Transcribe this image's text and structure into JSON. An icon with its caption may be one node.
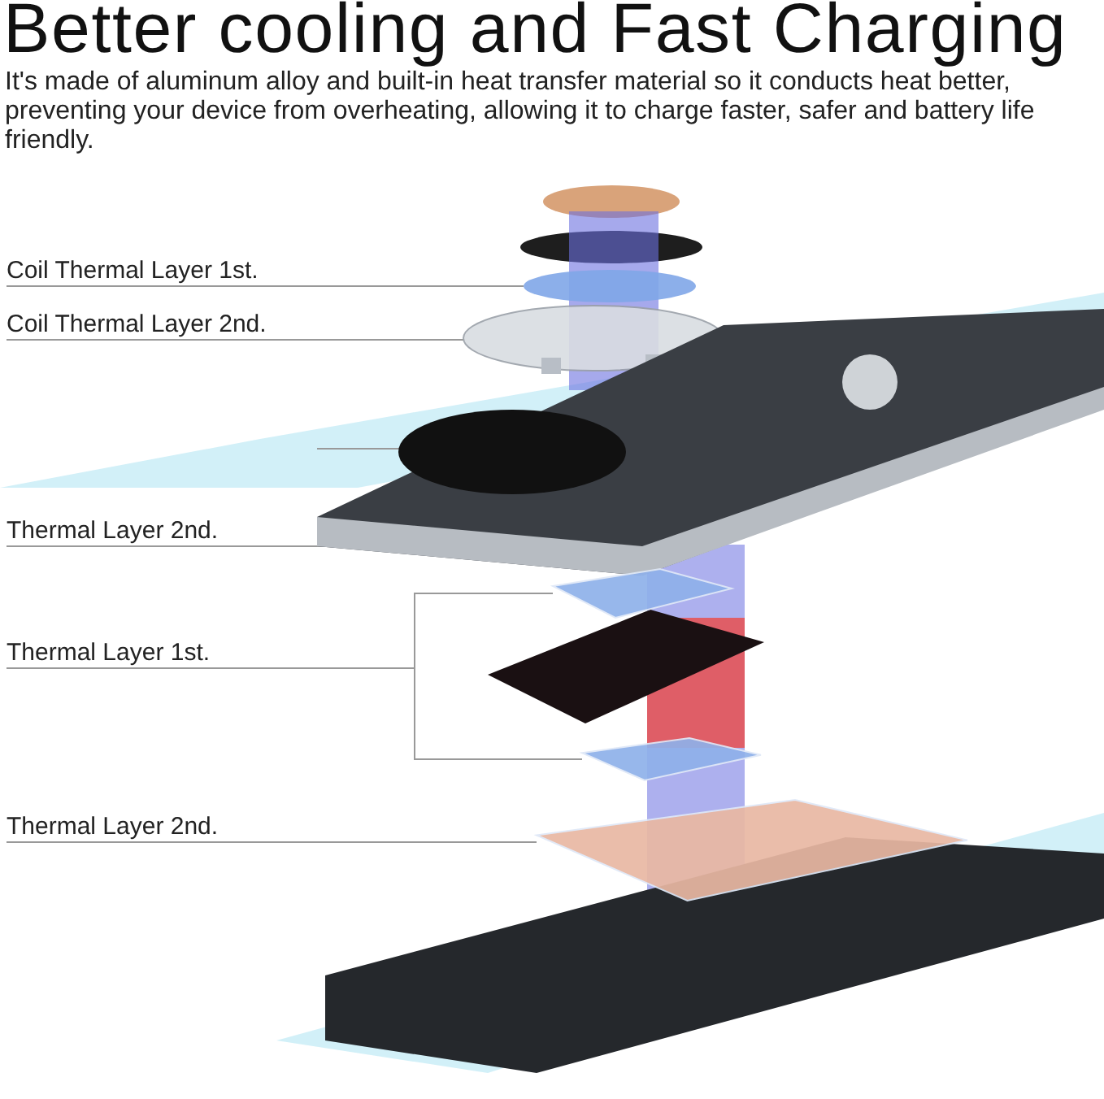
{
  "diagram": {
    "title": "Better cooling and Fast Charging",
    "caption": "It's made of aluminum alloy and built-in heat transfer material so it conducts heat better, preventing your device from overheating, allowing it to charge faster, safer and battery life friendly.",
    "nodes": [
      {
        "text": [
          "Coil Thermal Layer 1st."
        ]
      },
      {
        "text": [
          "Coil Thermal Layer 2nd."
        ]
      },
      {
        "text": [
          "Thermal Layer 2nd."
        ]
      },
      {
        "text": [
          "Thermal Layer 1st."
        ]
      },
      {
        "text": [
          "Thermal Layer 2nd."
        ]
      },
      {
        "text": [],
        "shape": "circle"
      },
      {
        "text": [],
        "shape": "circle"
      },
      {
        "text": [],
        "shape": "picture"
      },
      {
        "text": [],
        "shape": "box"
      },
      {
        "text": [],
        "shape": "box"
      },
      {
        "text": [],
        "shape": "box"
      }
    ],
    "edges": [
      {
        "from": 0,
        "to": 5,
        "arrow": "none"
      },
      {
        "from": 1,
        "to": 6,
        "arrow": "none"
      },
      {
        "from": 2,
        "to": 7,
        "arrow": "none"
      },
      {
        "from": 3,
        "to": 8,
        "arrow": "none"
      },
      {
        "from": 3,
        "to": 9,
        "arrow": "none"
      },
      {
        "from": 4,
        "to": 10,
        "arrow": "none"
      }
    ]
  }
}
